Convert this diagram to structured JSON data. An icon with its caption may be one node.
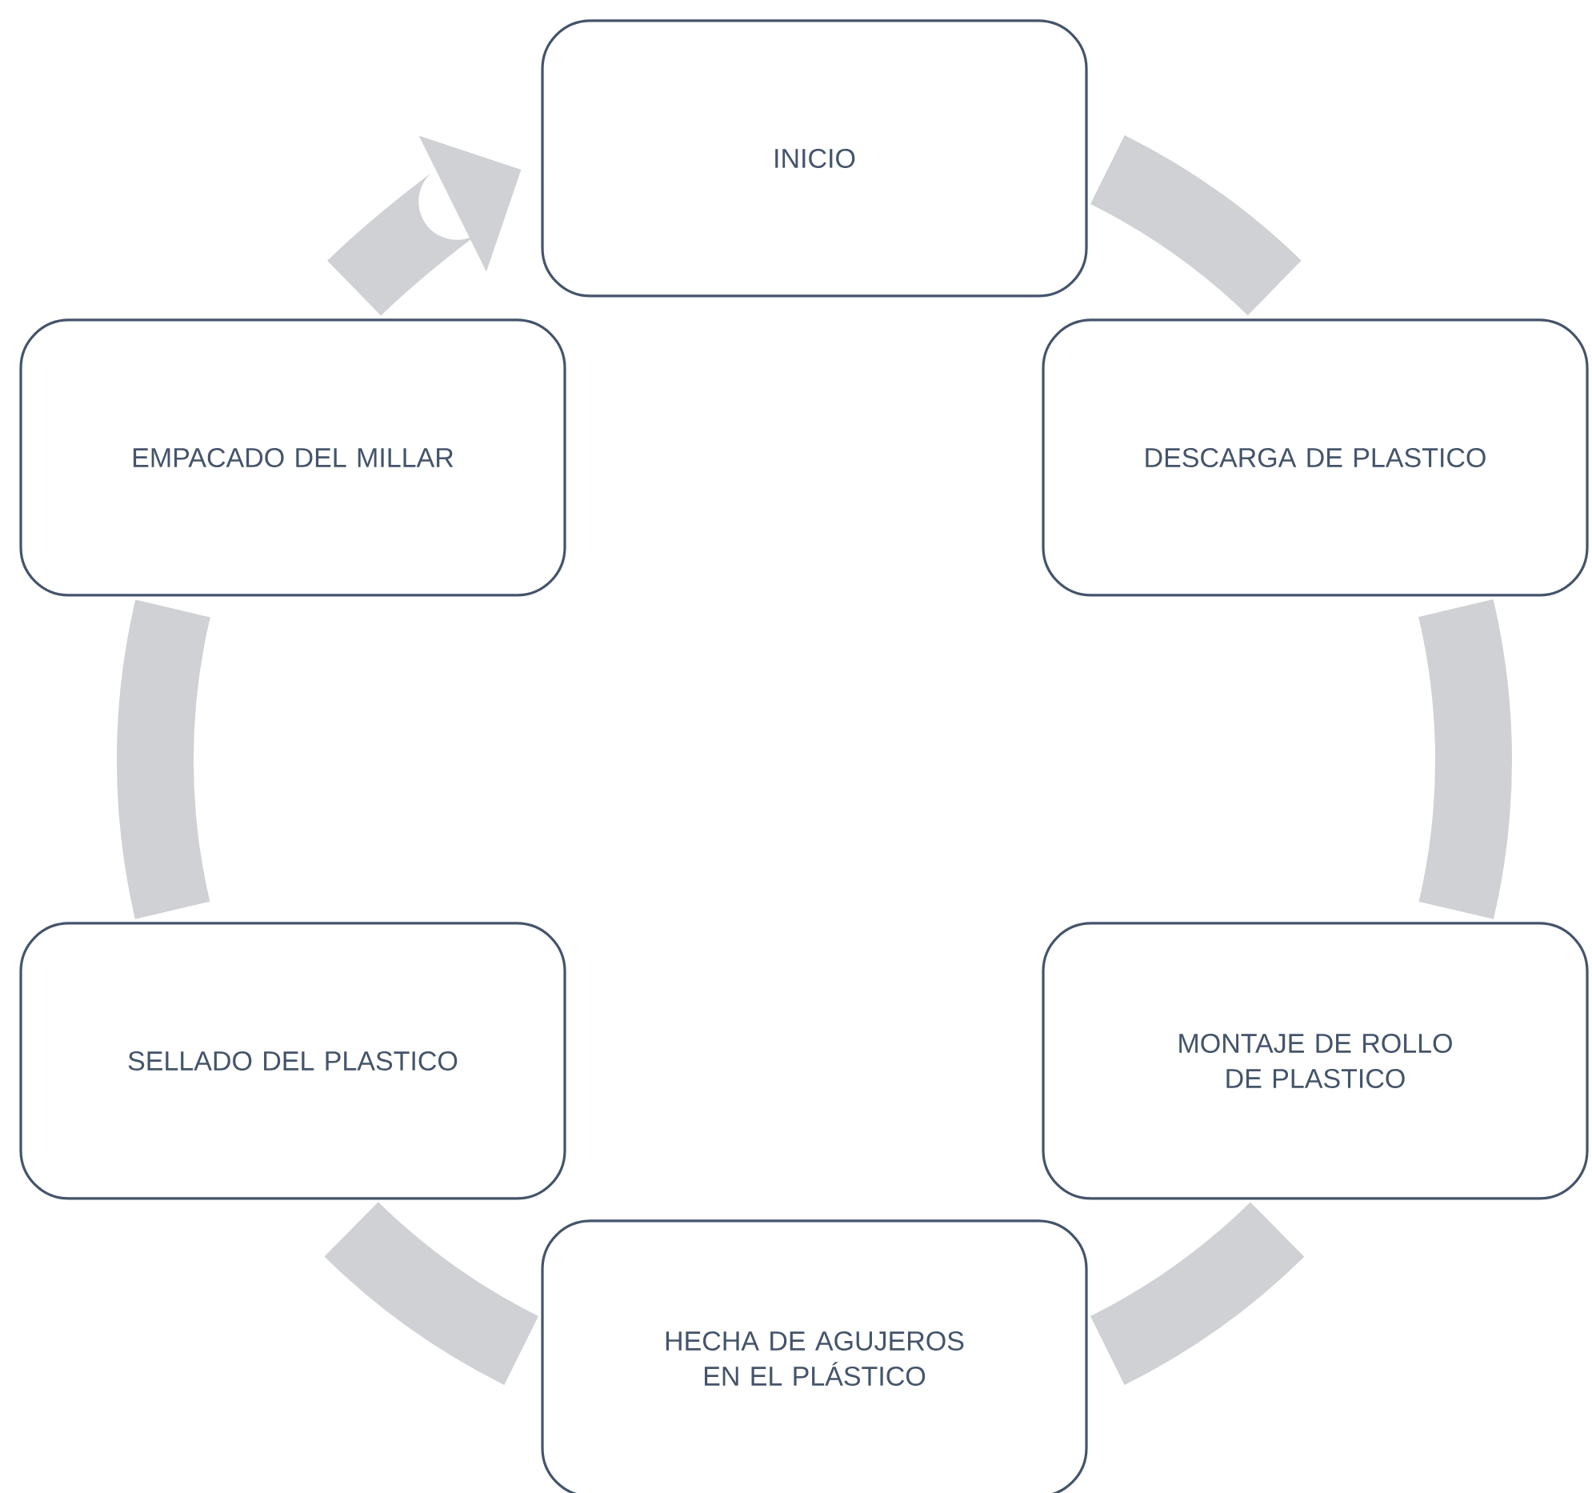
{
  "diagram": {
    "nodes": [
      {
        "text": [
          "INICIO"
        ]
      },
      {
        "text": [
          "DESCARGA DE PLASTICO"
        ]
      },
      {
        "text": [
          "MONTAJE DE ROLLO DE PLASTICO"
        ]
      },
      {
        "text": [
          "HECHA DE AGUJEROS EN EL PLÁSTICO"
        ]
      },
      {
        "text": [
          "SELLADO DEL PLASTICO"
        ]
      },
      {
        "text": [
          "EMPACADO DEL MILLAR"
        ]
      }
    ],
    "edges": [
      {
        "from": 0,
        "to": 1,
        "arrow": "none"
      },
      {
        "from": 1,
        "to": 2,
        "arrow": "none"
      },
      {
        "from": 2,
        "to": 3,
        "arrow": "none"
      },
      {
        "from": 3,
        "to": 4,
        "arrow": "none"
      },
      {
        "from": 4,
        "to": 5,
        "arrow": "none"
      },
      {
        "from": 5,
        "to": 0,
        "arrow": "to"
      }
    ]
  }
}
